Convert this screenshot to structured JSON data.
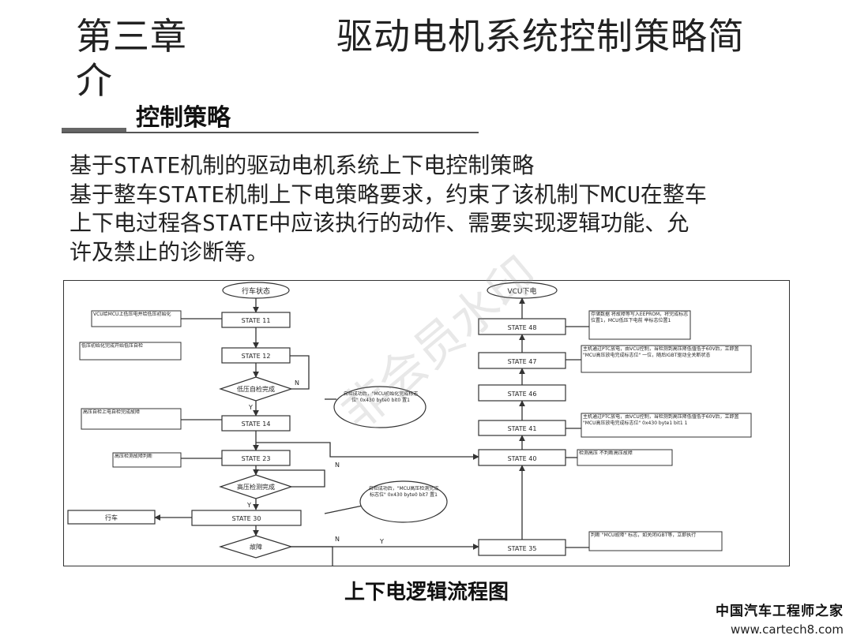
{
  "header": {
    "chapter": "第三章",
    "title": "驱动电机系统控制策略简",
    "title_cont": "介",
    "section": "控制策略"
  },
  "body": {
    "lines": [
      "基于STATE机制的驱动电机系统上下电控制策略",
      "基于整车STATE机制上下电策略要求，约束了该机制下MCU在整车",
      "上下电过程各STATE中应该执行的动作、需要实现逻辑功能、允",
      "许及禁止的诊断等。"
    ]
  },
  "diagram": {
    "left_column": {
      "start": "行车状态",
      "states": [
        "STATE 11",
        "STATE 12",
        "STATE 14",
        "STATE 23",
        "STATE 30"
      ],
      "decisions": [
        "低压自检完成",
        "高压检测完成",
        "故障"
      ],
      "notes": [
        "VCU给MCU上低压电并给低压初始化",
        "低压初始化完成开始低压自检",
        "高压自检上电自检完成故障",
        "高压检测故障判断"
      ],
      "bubbles": [
        "自检成功后，\"MCU初始化完成标志位\" 0x430 byte0 bit0 置1",
        "自检成功后，\"MCU高压检测完成标志位\" 0x430 byte0 bit7 置1"
      ],
      "drive": "行车",
      "yes": "Y",
      "no": "N"
    },
    "right_column": {
      "end": "VCU下电",
      "states": [
        "STATE 48",
        "STATE 47",
        "STATE 46",
        "STATE 41",
        "STATE 40",
        "STATE 35"
      ],
      "notes": [
        "存储数据 将故障等写入EEPROM，将完成标志位置1，MCU低压下电前 举标志位置1",
        "主机通过PTC放电，由VCU控制，当检测到高压降低值低于60V后，立即置 \"MCU高压放电完成标志位\" 一位，随后IGBT驱动全关断状态",
        "主机通过PTC放电，由VCU控制，当检测到高压降低值低于60V后，立即置 \"MCU高压放电完成标志位\" 0x430 byte1 bit1 1",
        "检测高压 不判断高压故障",
        "判断 \"MCU故障\" 标志，如关闭IGBT等，立即执行"
      ]
    }
  },
  "caption": "上下电逻辑流程图",
  "watermark": "非会员水印",
  "brand": {
    "name": "中国汽车工程师之家",
    "url": "www.cartech8.com"
  }
}
